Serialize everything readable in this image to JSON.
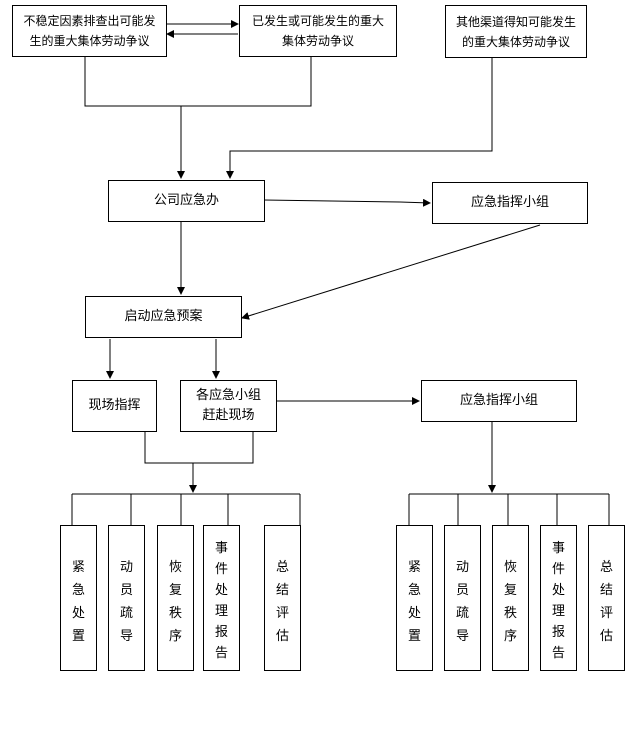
{
  "top": {
    "unstable": "不稳定因素排查出可能发生的重大集体劳动争议",
    "occurred": "已发生或可能发生的重大集体劳动争议",
    "other_channels": "其他渠道得知可能发生的重大集体劳动争议"
  },
  "company_office": "公司应急办",
  "command_group_1": "应急指挥小组",
  "launch_plan": "启动应急预案",
  "onsite_command": "现场指挥",
  "groups_to_site": "各应急小组\n赶赴现场",
  "command_group_2": "应急指挥小组",
  "left_tasks": [
    "紧\n急\n处\n置",
    "动\n员\n疏\n导",
    "恢\n复\n秩\n序",
    "事\n件\n处\n理\n报\n告",
    "总\n结\n评\n估"
  ],
  "right_tasks": [
    "紧\n急\n处\n置",
    "动\n员\n疏\n导",
    "恢\n复\n秩\n序",
    "事\n件\n处\n理\n报\n告",
    "总\n结\n评\n估"
  ]
}
